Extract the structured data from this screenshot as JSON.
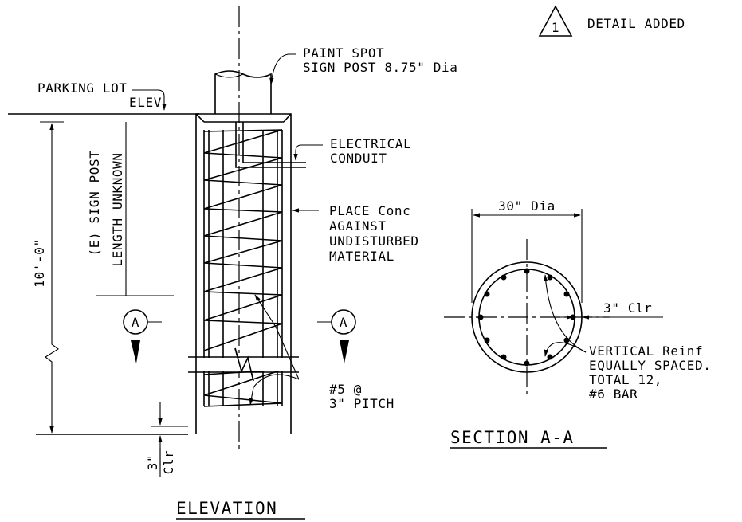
{
  "revision": {
    "number": "1",
    "note": "DETAIL ADDED"
  },
  "elevation": {
    "title": "ELEVATION",
    "parking_lot_line1": "PARKING LOT",
    "parking_lot_line2": "ELEV",
    "paint_spot": "PAINT SPOT",
    "sign_post": "SIGN POST 8.75\" Dia",
    "conduit_line1": "ELECTRICAL",
    "conduit_line2": "CONDUIT",
    "conc_line1": "PLACE Conc",
    "conc_line2": "AGAINST",
    "conc_line3": "UNDISTURBED",
    "conc_line4": "MATERIAL",
    "existing_post_line1": "(E) SIGN POST",
    "existing_post_line2": "LENGTH UNKNOWN",
    "depth": "10'-0\"",
    "spiral_line1": "#5 @",
    "spiral_line2": "3\" PITCH",
    "bottom_clear_top": "3\"",
    "bottom_clear_bottom": "Clr",
    "section_mark": "A"
  },
  "section": {
    "title": "SECTION A-A",
    "diameter": "30\" Dia",
    "clear": "3\" Clr",
    "reinf_line1": "VERTICAL Reinf",
    "reinf_line2": "EQUALLY SPACED.",
    "reinf_line3": "TOTAL 12,",
    "reinf_line4": "#6 BAR"
  }
}
